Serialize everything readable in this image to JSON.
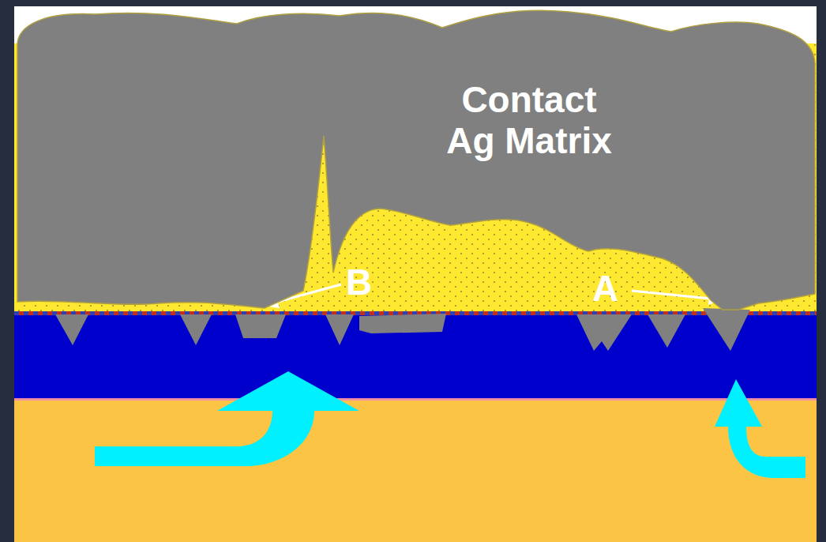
{
  "diagram": {
    "nodes": [
      {
        "text": [
          "Contact Ag Matrix"
        ]
      }
    ],
    "labels": [
      "B",
      "A"
    ]
  }
}
